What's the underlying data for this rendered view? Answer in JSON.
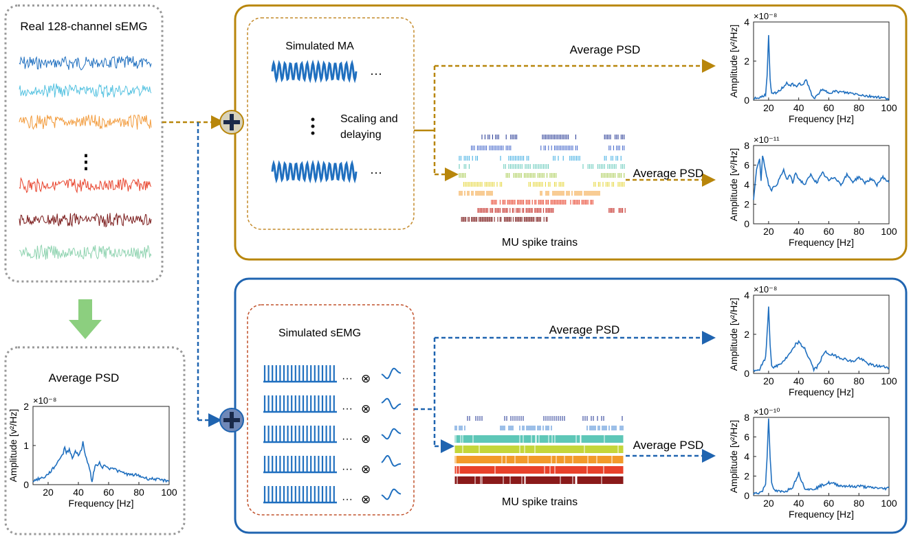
{
  "left_panel": {
    "title": "Real 128-channel sEMG",
    "channel_colors": [
      "#1f6fbf",
      "#52c1e0",
      "#f29a3a",
      "#e8412a",
      "#7a1a1a",
      "#8fd3b0"
    ],
    "vdots": "⋮"
  },
  "real_psd": {
    "title": "Average PSD",
    "ylabel": "Amplitude [v²/Hz]",
    "xlabel": "Frequency [Hz]",
    "exponent": "×10⁻⁸"
  },
  "ma_section": {
    "sim_title": "Simulated MA",
    "scaling_text": [
      "Scaling and",
      "delaying"
    ],
    "ellipsis": "···",
    "arrow_label_top": "Average PSD",
    "arrow_label_mid": "Average PSD",
    "spike_label": "MU spike trains",
    "accent_color": "#b8860b"
  },
  "semg_section": {
    "sim_title": "Simulated sEMG",
    "ellipsis": "···",
    "conv_symbol": "⊗",
    "arrow_label_top": "Average PSD",
    "arrow_label_mid": "Average PSD",
    "spike_label": "MU spike trains",
    "accent_color": "#1f64b0"
  },
  "psd_axes": {
    "ylabel": "Amplitude [v²/Hz]",
    "xlabel": "Frequency [Hz]"
  },
  "chart_data": [
    {
      "type": "line",
      "id": "real",
      "title": "Average PSD",
      "xlabel": "Frequency [Hz]",
      "ylabel": "Amplitude [v²/Hz]",
      "y_exponent": "×10⁻⁸",
      "xlim": [
        10,
        100
      ],
      "ylim": [
        0,
        2
      ],
      "xticks": [
        20,
        40,
        60,
        80,
        100
      ],
      "yticks": [
        0,
        1,
        2
      ],
      "x": [
        10,
        14,
        18,
        22,
        26,
        28,
        30,
        31,
        32,
        34,
        36,
        38,
        40,
        42,
        43,
        44,
        46,
        48,
        49,
        50,
        51,
        52,
        54,
        56,
        58,
        60,
        62,
        64,
        66,
        70,
        74,
        78,
        82,
        86,
        90,
        94,
        98,
        100
      ],
      "values": [
        0.1,
        0.15,
        0.2,
        0.35,
        0.55,
        0.7,
        0.8,
        0.98,
        0.8,
        0.9,
        0.7,
        0.85,
        0.75,
        0.9,
        1.08,
        0.85,
        0.6,
        0.3,
        0.05,
        0.3,
        0.45,
        0.5,
        0.55,
        0.45,
        0.5,
        0.4,
        0.45,
        0.4,
        0.35,
        0.3,
        0.25,
        0.25,
        0.2,
        0.15,
        0.15,
        0.12,
        0.1,
        0.1
      ]
    },
    {
      "type": "line",
      "id": "ma_top",
      "xlabel": "Frequency [Hz]",
      "ylabel": "Amplitude [v²/Hz]",
      "y_exponent": "×10⁻⁸",
      "xlim": [
        10,
        100
      ],
      "ylim": [
        0,
        4
      ],
      "xticks": [
        20,
        40,
        60,
        80,
        100
      ],
      "yticks": [
        0,
        2,
        4
      ],
      "x": [
        10,
        14,
        18,
        19,
        20,
        21,
        22,
        26,
        30,
        32,
        34,
        36,
        38,
        40,
        42,
        44,
        45,
        46,
        48,
        50,
        52,
        54,
        56,
        60,
        64,
        70,
        76,
        80,
        86,
        90,
        96,
        100
      ],
      "values": [
        0.1,
        0.12,
        0.3,
        1.2,
        3.3,
        1.0,
        0.3,
        0.4,
        0.7,
        0.9,
        0.75,
        0.8,
        0.7,
        0.85,
        0.75,
        0.95,
        1.05,
        0.8,
        0.4,
        0.1,
        0.2,
        0.45,
        0.5,
        0.4,
        0.45,
        0.4,
        0.35,
        0.3,
        0.2,
        0.2,
        0.12,
        0.1
      ]
    },
    {
      "type": "line",
      "id": "ma_mid",
      "xlabel": "Frequency [Hz]",
      "ylabel": "Amplitude [v²/Hz]",
      "y_exponent": "×10⁻¹¹",
      "xlim": [
        10,
        100
      ],
      "ylim": [
        0,
        8
      ],
      "xticks": [
        20,
        40,
        60,
        80,
        100
      ],
      "yticks": [
        0,
        2,
        4,
        6,
        8
      ],
      "x": [
        10,
        12,
        14,
        15,
        16,
        18,
        20,
        22,
        24,
        26,
        28,
        30,
        32,
        34,
        36,
        38,
        40,
        44,
        48,
        52,
        56,
        60,
        64,
        68,
        72,
        76,
        80,
        84,
        88,
        92,
        96,
        100
      ],
      "values": [
        2.5,
        5.5,
        6.5,
        4.5,
        7.0,
        5.5,
        4.0,
        3.5,
        3.8,
        4.2,
        4.8,
        5.5,
        4.5,
        5.0,
        4.2,
        5.2,
        4.6,
        4.0,
        5.0,
        4.2,
        5.2,
        4.4,
        4.8,
        4.0,
        5.0,
        4.3,
        4.8,
        4.2,
        4.6,
        4.0,
        4.8,
        4.2
      ]
    },
    {
      "type": "line",
      "id": "semg_top",
      "xlabel": "Frequency [Hz]",
      "ylabel": "Amplitude [v²/Hz]",
      "y_exponent": "×10⁻⁸",
      "xlim": [
        10,
        100
      ],
      "ylim": [
        0,
        4
      ],
      "xticks": [
        20,
        40,
        60,
        80,
        100
      ],
      "yticks": [
        0,
        2,
        4
      ],
      "x": [
        10,
        14,
        18,
        19,
        20,
        21,
        22,
        24,
        28,
        32,
        36,
        38,
        40,
        42,
        44,
        46,
        48,
        50,
        52,
        54,
        56,
        58,
        60,
        64,
        68,
        72,
        76,
        80,
        86,
        90,
        96,
        100
      ],
      "values": [
        0.15,
        0.2,
        0.8,
        2.0,
        3.4,
        1.5,
        0.4,
        0.3,
        0.5,
        0.8,
        1.2,
        1.5,
        1.6,
        1.4,
        1.3,
        0.9,
        0.6,
        0.2,
        0.3,
        0.6,
        0.9,
        1.1,
        1.0,
        0.9,
        0.8,
        0.7,
        0.6,
        0.8,
        0.5,
        0.4,
        0.35,
        0.3
      ]
    },
    {
      "type": "line",
      "id": "semg_mid",
      "xlabel": "Frequency [Hz]",
      "ylabel": "Amplitude [v²/Hz]",
      "y_exponent": "×10⁻¹⁰",
      "xlim": [
        10,
        100
      ],
      "ylim": [
        0,
        8
      ],
      "xticks": [
        20,
        40,
        60,
        80,
        100
      ],
      "yticks": [
        0,
        2,
        4,
        6,
        8
      ],
      "x": [
        10,
        14,
        16,
        18,
        19,
        20,
        21,
        22,
        24,
        28,
        32,
        36,
        38,
        40,
        42,
        44,
        48,
        52,
        56,
        60,
        64,
        68,
        72,
        76,
        80,
        84,
        88,
        92,
        96,
        100
      ],
      "values": [
        0.2,
        0.3,
        0.5,
        1.2,
        4.0,
        8.0,
        4.0,
        1.2,
        0.5,
        0.4,
        0.5,
        0.9,
        1.6,
        2.3,
        1.5,
        0.8,
        0.6,
        0.8,
        1.1,
        1.3,
        1.2,
        1.0,
        1.0,
        0.9,
        1.0,
        0.9,
        0.8,
        0.8,
        0.7,
        0.8
      ]
    }
  ]
}
